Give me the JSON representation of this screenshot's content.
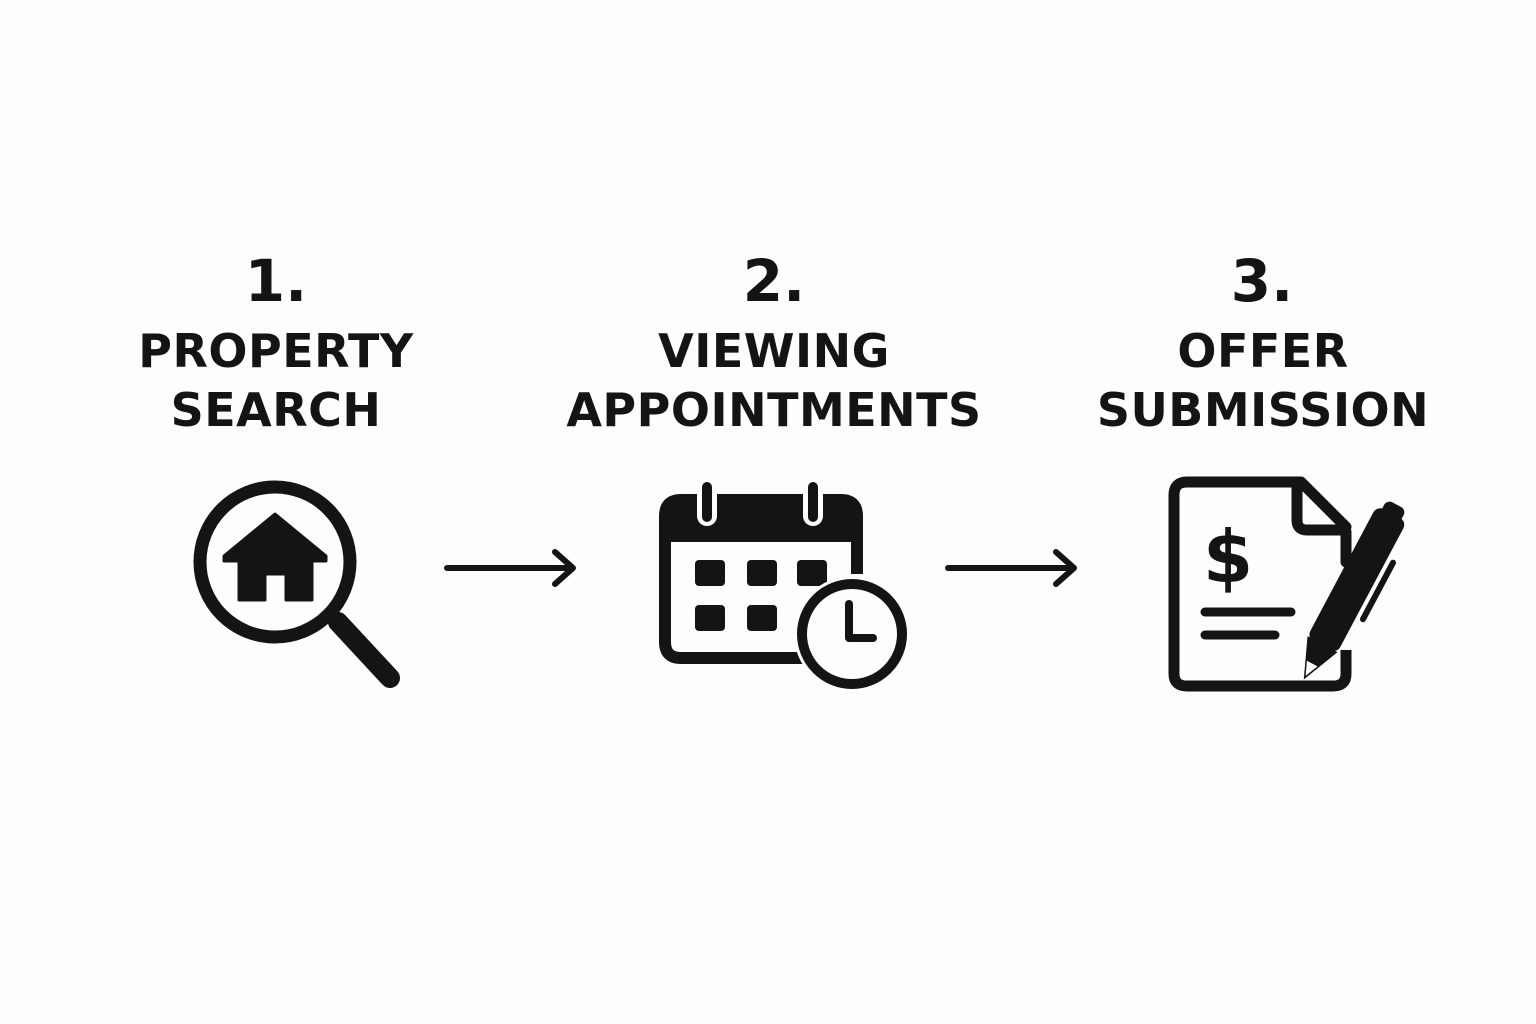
{
  "diagram": {
    "steps": [
      {
        "number": "1.",
        "title_line1": "PROPERTY",
        "title_line2": "SEARCH",
        "icon": "house-magnifier-icon"
      },
      {
        "number": "2.",
        "title_line1": "VIEWING",
        "title_line2": "APPOINTMENTS",
        "icon": "calendar-clock-icon"
      },
      {
        "number": "3.",
        "title_line1": "OFFER",
        "title_line2": "SUBMISSION",
        "icon": "document-dollar-pen-icon"
      }
    ],
    "connectors": [
      "arrow-right-icon",
      "arrow-right-icon"
    ]
  },
  "colors": {
    "background": "#fdfdfd",
    "ink": "#141414"
  }
}
